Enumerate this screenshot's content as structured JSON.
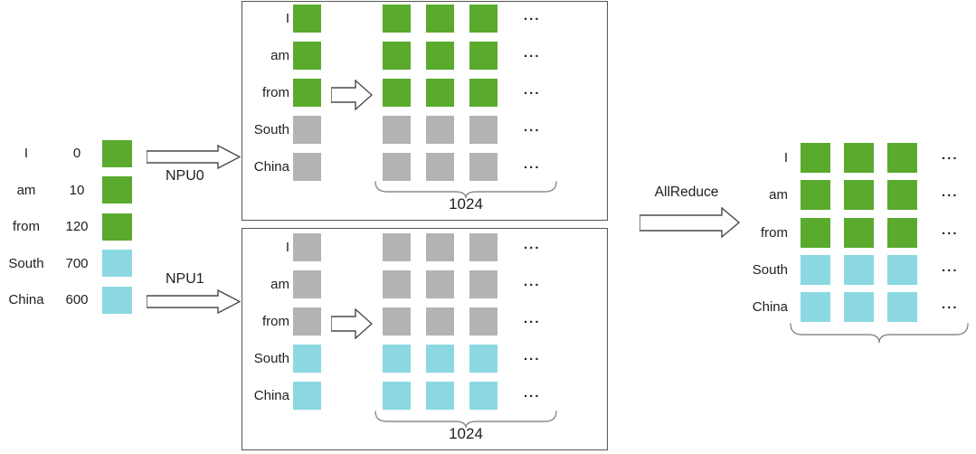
{
  "colors": {
    "green": "#5aaa2d",
    "cyan": "#8bd8e2",
    "gray": "#b3b3b3"
  },
  "arrows": {
    "npu0": "NPU0",
    "npu1": "NPU1",
    "allreduce": "AllReduce"
  },
  "input_table": {
    "rows": [
      {
        "word": "I",
        "index": "0",
        "color": "green"
      },
      {
        "word": "am",
        "index": "10",
        "color": "green"
      },
      {
        "word": "from",
        "index": "120",
        "color": "green"
      },
      {
        "word": "South",
        "index": "700",
        "color": "cyan"
      },
      {
        "word": "China",
        "index": "600",
        "color": "cyan"
      }
    ]
  },
  "npu0_panel": {
    "ellipsis": "...",
    "dim_label": "1024",
    "rows": [
      {
        "word": "I",
        "color": "green"
      },
      {
        "word": "am",
        "color": "green"
      },
      {
        "word": "from",
        "color": "green"
      },
      {
        "word": "South",
        "color": "gray"
      },
      {
        "word": "China",
        "color": "gray"
      }
    ]
  },
  "npu1_panel": {
    "ellipsis": "...",
    "dim_label": "1024",
    "rows": [
      {
        "word": "I",
        "color": "gray"
      },
      {
        "word": "am",
        "color": "gray"
      },
      {
        "word": "from",
        "color": "gray"
      },
      {
        "word": "South",
        "color": "cyan"
      },
      {
        "word": "China",
        "color": "cyan"
      }
    ]
  },
  "result_table": {
    "ellipsis": "...",
    "rows": [
      {
        "word": "I",
        "color": "green"
      },
      {
        "word": "am",
        "color": "green"
      },
      {
        "word": "from",
        "color": "green"
      },
      {
        "word": "South",
        "color": "cyan"
      },
      {
        "word": "China",
        "color": "cyan"
      }
    ]
  }
}
